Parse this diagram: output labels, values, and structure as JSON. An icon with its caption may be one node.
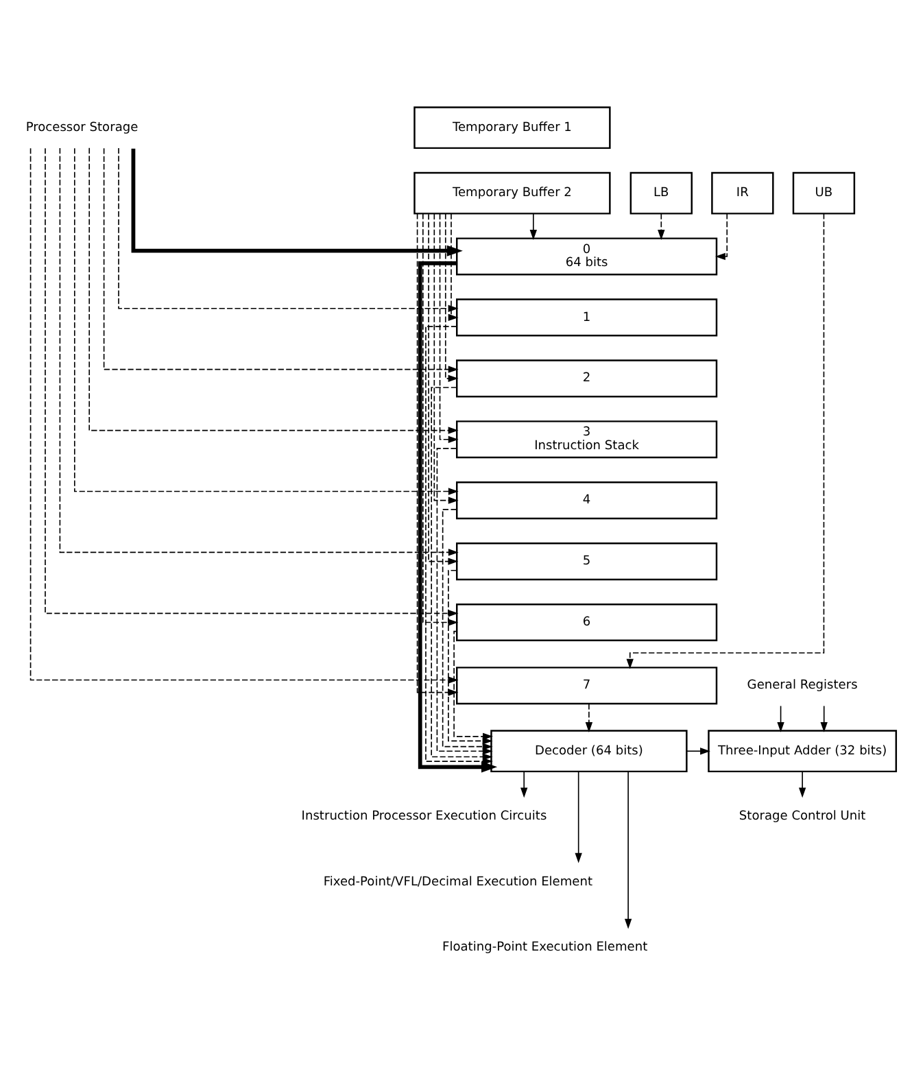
{
  "diagram": {
    "nodes": [
      {
        "text": [
          "Processor Storage"
        ]
      },
      {
        "text": [
          "Temporary Buffer 1"
        ]
      },
      {
        "text": [
          "Temporary Buffer 2"
        ]
      },
      {
        "text": [
          "LB"
        ]
      },
      {
        "text": [
          "IR"
        ]
      },
      {
        "text": [
          "UB"
        ]
      },
      {
        "text": [
          "0",
          "64 bits"
        ]
      },
      {
        "text": [
          "1"
        ]
      },
      {
        "text": [
          "2"
        ]
      },
      {
        "text": [
          "3",
          "Instruction Stack"
        ]
      },
      {
        "text": [
          "4"
        ]
      },
      {
        "text": [
          "5"
        ]
      },
      {
        "text": [
          "6"
        ]
      },
      {
        "text": [
          "7"
        ]
      },
      {
        "text": [
          "Decoder (64 bits)"
        ]
      },
      {
        "text": [
          "General Registers"
        ]
      },
      {
        "text": [
          "Three-Input Adder (32 bits)"
        ]
      },
      {
        "text": [
          "Storage Control Unit"
        ]
      },
      {
        "text": [
          "Instruction Processor Execution Circuits"
        ]
      },
      {
        "text": [
          "Fixed-Point/VFL/Decimal Execution Element"
        ]
      },
      {
        "text": [
          "Floating-Point Execution Element"
        ]
      }
    ],
    "edges": [
      {
        "from": 0,
        "to": 6,
        "arrow": "to",
        "style": "thick"
      },
      {
        "from": 0,
        "to": 7,
        "arrow": "to",
        "style": "dashed"
      },
      {
        "from": 0,
        "to": 8,
        "arrow": "to",
        "style": "dashed"
      },
      {
        "from": 0,
        "to": 9,
        "arrow": "to",
        "style": "dashed"
      },
      {
        "from": 0,
        "to": 10,
        "arrow": "to",
        "style": "dashed"
      },
      {
        "from": 0,
        "to": 11,
        "arrow": "to",
        "style": "dashed"
      },
      {
        "from": 0,
        "to": 12,
        "arrow": "to",
        "style": "dashed"
      },
      {
        "from": 0,
        "to": 13,
        "arrow": "to",
        "style": "dashed"
      },
      {
        "from": 2,
        "to": 6,
        "arrow": "to"
      },
      {
        "from": 2,
        "to": 7,
        "arrow": "to",
        "style": "dashed"
      },
      {
        "from": 2,
        "to": 8,
        "arrow": "to",
        "style": "dashed"
      },
      {
        "from": 2,
        "to": 9,
        "arrow": "to",
        "style": "dashed"
      },
      {
        "from": 2,
        "to": 10,
        "arrow": "to",
        "style": "dashed"
      },
      {
        "from": 2,
        "to": 11,
        "arrow": "to",
        "style": "dashed"
      },
      {
        "from": 2,
        "to": 12,
        "arrow": "to",
        "style": "dashed"
      },
      {
        "from": 2,
        "to": 13,
        "arrow": "to",
        "style": "dashed"
      },
      {
        "from": 3,
        "to": 6,
        "arrow": "to",
        "style": "dashed"
      },
      {
        "from": 4,
        "to": 6,
        "arrow": "to",
        "style": "dashed"
      },
      {
        "from": 5,
        "to": 13,
        "arrow": "to",
        "style": "dashed"
      },
      {
        "from": 6,
        "to": 14,
        "arrow": "to",
        "style": "thick"
      },
      {
        "from": 7,
        "to": 14,
        "arrow": "to",
        "style": "dashed"
      },
      {
        "from": 8,
        "to": 14,
        "arrow": "to",
        "style": "dashed"
      },
      {
        "from": 9,
        "to": 14,
        "arrow": "to",
        "style": "dashed"
      },
      {
        "from": 10,
        "to": 14,
        "arrow": "to",
        "style": "dashed"
      },
      {
        "from": 11,
        "to": 14,
        "arrow": "to",
        "style": "dashed"
      },
      {
        "from": 12,
        "to": 14,
        "arrow": "to",
        "style": "dashed"
      },
      {
        "from": 13,
        "to": 14,
        "arrow": "to",
        "style": "dashed"
      },
      {
        "from": 14,
        "to": 16,
        "arrow": "to"
      },
      {
        "from": 15,
        "to": 16,
        "arrow": "to"
      },
      {
        "from": 15,
        "to": 16,
        "arrow": "to"
      },
      {
        "from": 16,
        "to": 17,
        "arrow": "to"
      },
      {
        "from": 14,
        "to": 18,
        "arrow": "to"
      },
      {
        "from": 14,
        "to": 19,
        "arrow": "to"
      },
      {
        "from": 14,
        "to": 20,
        "arrow": "to"
      }
    ]
  }
}
